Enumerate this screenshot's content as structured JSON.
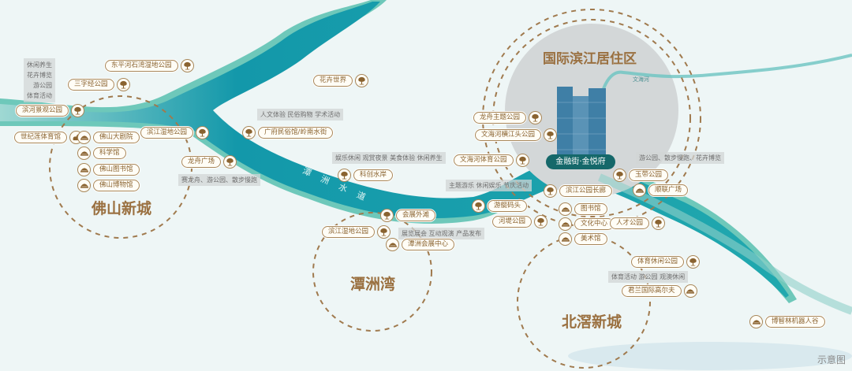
{
  "map_title": "国际滨江居住区",
  "project_name": "金融街·金悦府",
  "river_main": "潭洲水道",
  "river_small": "文海河",
  "note": "示意图",
  "districts": [
    {
      "id": "foshan",
      "name": "佛山新城"
    },
    {
      "id": "tanzhou",
      "name": "潭洲湾"
    },
    {
      "id": "beijiao",
      "name": "北滘新城"
    }
  ],
  "tags": {
    "left_column": [
      "休闲养生",
      "花卉博览",
      "游公园",
      "体育活动"
    ],
    "longzhou": "赛龙舟、游公园、散步慢跑",
    "guangfu": "人文体验 民俗购物 学术活动",
    "kechuang": "娱乐休闲 观赏夜景 美食体验 休闲养生",
    "youting": "主题游乐 休闲娱乐 节庆活动",
    "huizhan": "展览展会 互动观演 产品发布",
    "yudai": "游公园、散步慢跑、花卉博览",
    "tiyu": "体育活动 游公园 观澳休闲"
  },
  "pois": [
    {
      "id": "dongping",
      "label": "东平河石湾湿地公园",
      "icon": "tree"
    },
    {
      "id": "sanzijing",
      "label": "三字经公园",
      "icon": "tree"
    },
    {
      "id": "binhe",
      "label": "滨河景观公园",
      "icon": "tree"
    },
    {
      "id": "shijilian",
      "label": "世纪莲体育馆",
      "icon": "rooster"
    },
    {
      "id": "dajuyuan",
      "label": "佛山大剧院",
      "icon": "building"
    },
    {
      "id": "kexueguan",
      "label": "科学馆",
      "icon": "building"
    },
    {
      "id": "tushuguan_fs",
      "label": "佛山图书馆",
      "icon": "building"
    },
    {
      "id": "bowuguan",
      "label": "佛山博物馆",
      "icon": "building"
    },
    {
      "id": "binjiang_shidi1",
      "label": "滨江湿地公园",
      "icon": "tree"
    },
    {
      "id": "longzhou_gc",
      "label": "龙舟广场",
      "icon": "tree"
    },
    {
      "id": "huahui",
      "label": "花卉世界",
      "icon": "tree"
    },
    {
      "id": "guangfu",
      "label": "广府民俗馆/岭南水街",
      "icon": "tree"
    },
    {
      "id": "kechuang",
      "label": "科创水岸",
      "icon": "tree"
    },
    {
      "id": "huizhan_wt",
      "label": "会展外滩",
      "icon": "tree"
    },
    {
      "id": "youting",
      "label": "游艇码头",
      "icon": "tree"
    },
    {
      "id": "hedi",
      "label": "河堤公园",
      "icon": "tree"
    },
    {
      "id": "binjiang_shidi2",
      "label": "滨江湿地公园",
      "icon": "tree"
    },
    {
      "id": "tanzhou_hz",
      "label": "潭洲会展中心",
      "icon": "building"
    },
    {
      "id": "longzhou_zt",
      "label": "龙舟主题公园",
      "icon": "tree"
    },
    {
      "id": "wenhai_hjt",
      "label": "文海河横江头公园",
      "icon": "tree"
    },
    {
      "id": "wenhai_ty",
      "label": "文海河体育公园",
      "icon": "tree"
    },
    {
      "id": "yudai",
      "label": "玉带公园",
      "icon": "tree"
    },
    {
      "id": "shunlian",
      "label": "顺联广场",
      "icon": "building"
    },
    {
      "id": "binjiang_cl",
      "label": "滨江公园长廊",
      "icon": "tree"
    },
    {
      "id": "tushuguan",
      "label": "图书馆",
      "icon": "building"
    },
    {
      "id": "wenhua",
      "label": "文化中心",
      "icon": "building"
    },
    {
      "id": "rencai",
      "label": "人才公园",
      "icon": "tree"
    },
    {
      "id": "meishu",
      "label": "美术馆",
      "icon": "building"
    },
    {
      "id": "tiyu_xx",
      "label": "体育休闲公园",
      "icon": "tree"
    },
    {
      "id": "junlan",
      "label": "君兰国际高尔夫",
      "icon": "building"
    },
    {
      "id": "bozhilin",
      "label": "博智林机器人谷",
      "icon": "building"
    }
  ],
  "colors": {
    "river": "#1aa3ad",
    "river_edge": "#5fc3b4",
    "accent": "#a8875a",
    "project": "#15686a"
  }
}
